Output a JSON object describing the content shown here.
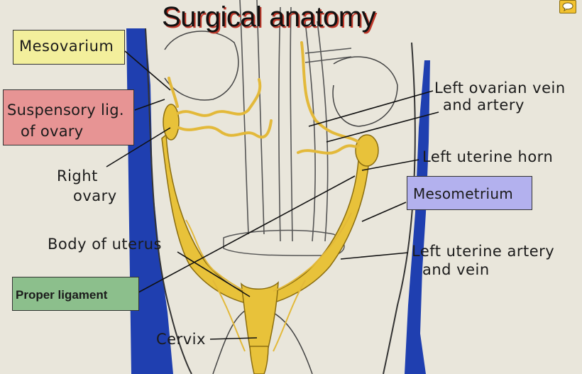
{
  "title": "Surgical anatomy",
  "callouts": {
    "mesovarium": "Mesovarium",
    "suspensory_line1": "Suspensory lig.",
    "suspensory_line2": "of ovary",
    "right_ovary_line1": "Right",
    "right_ovary_line2": "ovary",
    "body_of_uterus": "Body of uterus",
    "proper_ligament": "Proper ligament",
    "cervix": "Cervix",
    "left_ovarian_line1": "Left ovarian vein",
    "left_ovarian_line2": "and artery",
    "left_uterine_horn": "Left uterine horn",
    "mesometrium": "Mesometrium",
    "left_uterine_artery_line1": "Left uterine artery",
    "left_uterine_artery_line2": "and vein"
  },
  "colors": {
    "background": "#e9e6db",
    "organ_yellow": "#e8c23a",
    "vessel_yellow": "#e3b93a",
    "body_wall_blue": "#1f3fb0",
    "mesovarium_box": "#f3ef9c",
    "suspensory_box": "#e79494",
    "mesometrium_box": "#b3b1ee",
    "proper_ligament_box": "#8cbf8c"
  },
  "icons": {
    "comment": "comment-icon"
  }
}
